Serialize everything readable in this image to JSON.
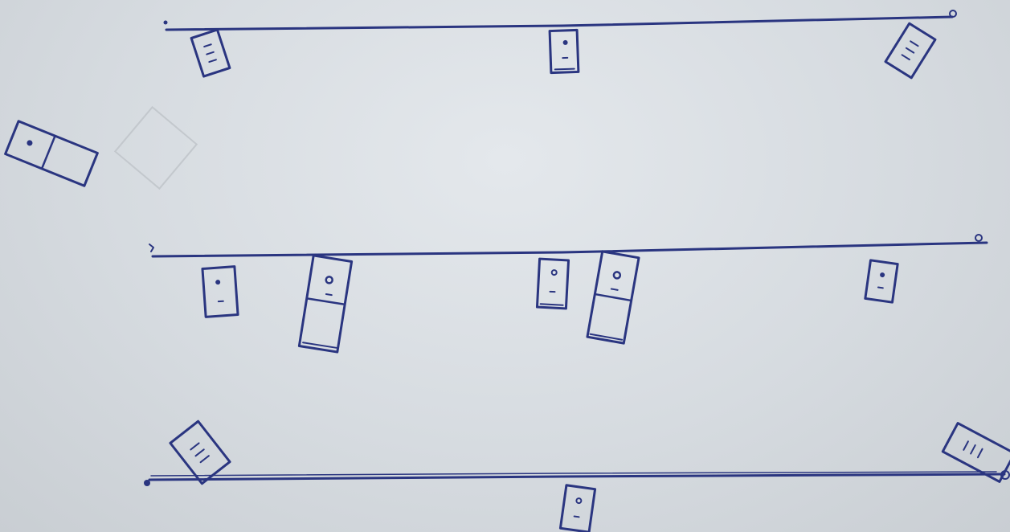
{
  "sketch": {
    "ink_color": "#2a3580",
    "paper_color": "#dfe3e7",
    "top_row": {
      "domino_count": 3,
      "dominoes": [
        {
          "top_pips": 3,
          "bottom_pips": 0
        },
        {
          "top_pips": 1,
          "bottom_pips": 1
        },
        {
          "top_pips": 3,
          "bottom_pips": 0
        }
      ]
    },
    "loose_domino": {
      "left_pips": 1,
      "right_pips": 0
    },
    "middle_row": {
      "domino_count": 5,
      "dominoes": [
        {
          "top_pips": 1,
          "bottom_pips": 1
        },
        {
          "top_pips": 1,
          "bottom_pips": 1
        },
        {
          "top_pips": 1,
          "bottom_pips": 1
        },
        {
          "top_pips": 1,
          "bottom_pips": 1
        },
        {
          "top_pips": 1,
          "bottom_pips": 1
        }
      ]
    },
    "bottom_row": {
      "domino_count": 3,
      "dominoes": [
        {
          "top_pips": 3,
          "bottom_pips": 0
        },
        {
          "top_pips": 1,
          "bottom_pips": 1
        },
        {
          "top_pips": 3,
          "bottom_pips": 0
        }
      ]
    }
  }
}
